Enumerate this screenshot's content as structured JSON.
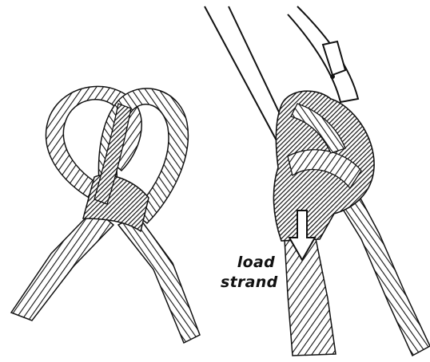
{
  "colors": {
    "ink": "#111111",
    "background": "#ffffff",
    "carabiner_fill": "#ffffff"
  },
  "diagrams": [
    {
      "name": "loose-knot-illustration"
    },
    {
      "name": "carabiner-knot-illustration"
    }
  ],
  "labels": {
    "load_strand": [
      "load",
      "strand"
    ]
  },
  "icons": {
    "arrow": "down-arrow-icon"
  }
}
